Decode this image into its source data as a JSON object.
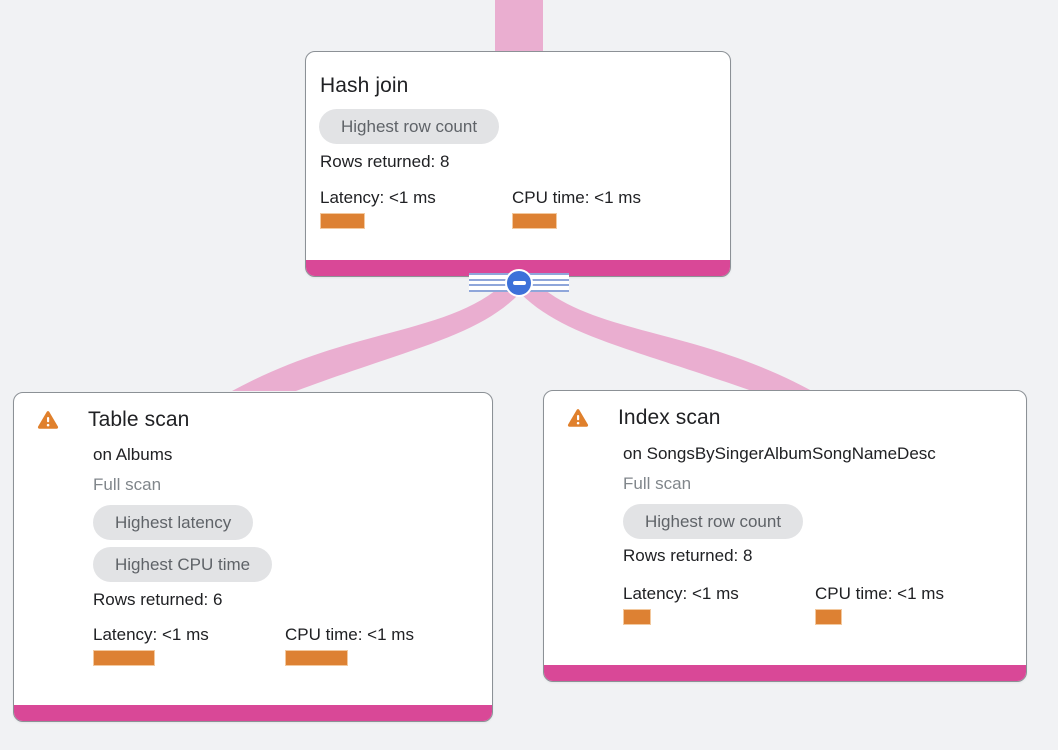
{
  "colors": {
    "background": "#F1F2F4",
    "edge_pink": "#EAAED0",
    "accent_magenta": "#D94897",
    "bar_orange": "#DD8133",
    "bar_border": "#F3C99F",
    "warning_orange": "#E0802C",
    "badge_bg": "#E2E3E5",
    "badge_text": "#5F6368",
    "text_primary": "#202124",
    "text_muted": "#80868B",
    "card_border": "#8C9196",
    "button_blue": "#3D71D9",
    "stripe_blue": "#8FA6DA"
  },
  "icons": {
    "warning": "warning-triangle",
    "collapse": "minus-circle"
  },
  "nodes": {
    "hash_join": {
      "title": "Hash join",
      "badge": "Highest row count",
      "rows_returned": "Rows returned: 8",
      "latency": {
        "label": "Latency: <1 ms",
        "bar_style": "width:45px"
      },
      "cpu": {
        "label": "CPU time: <1 ms",
        "bar_style": "width:45px"
      }
    },
    "table_scan": {
      "title": "Table scan",
      "subtitle": "on Albums",
      "scan_type": "Full scan",
      "badge_1": "Highest latency",
      "badge_2": "Highest CPU time",
      "rows_returned": "Rows returned: 6",
      "latency": {
        "label": "Latency: <1 ms",
        "bar_style": "width:62px"
      },
      "cpu": {
        "label": "CPU time: <1 ms",
        "bar_style": "width:63px"
      }
    },
    "index_scan": {
      "title": "Index scan",
      "subtitle": "on SongsBySingerAlbumSongNameDesc",
      "scan_type": "Full scan",
      "badge_1": "Highest row count",
      "rows_returned": "Rows returned: 8",
      "latency": {
        "label": "Latency: <1 ms",
        "bar_style": "width:28px"
      },
      "cpu": {
        "label": "CPU time: <1 ms",
        "bar_style": "width:27px"
      }
    }
  }
}
